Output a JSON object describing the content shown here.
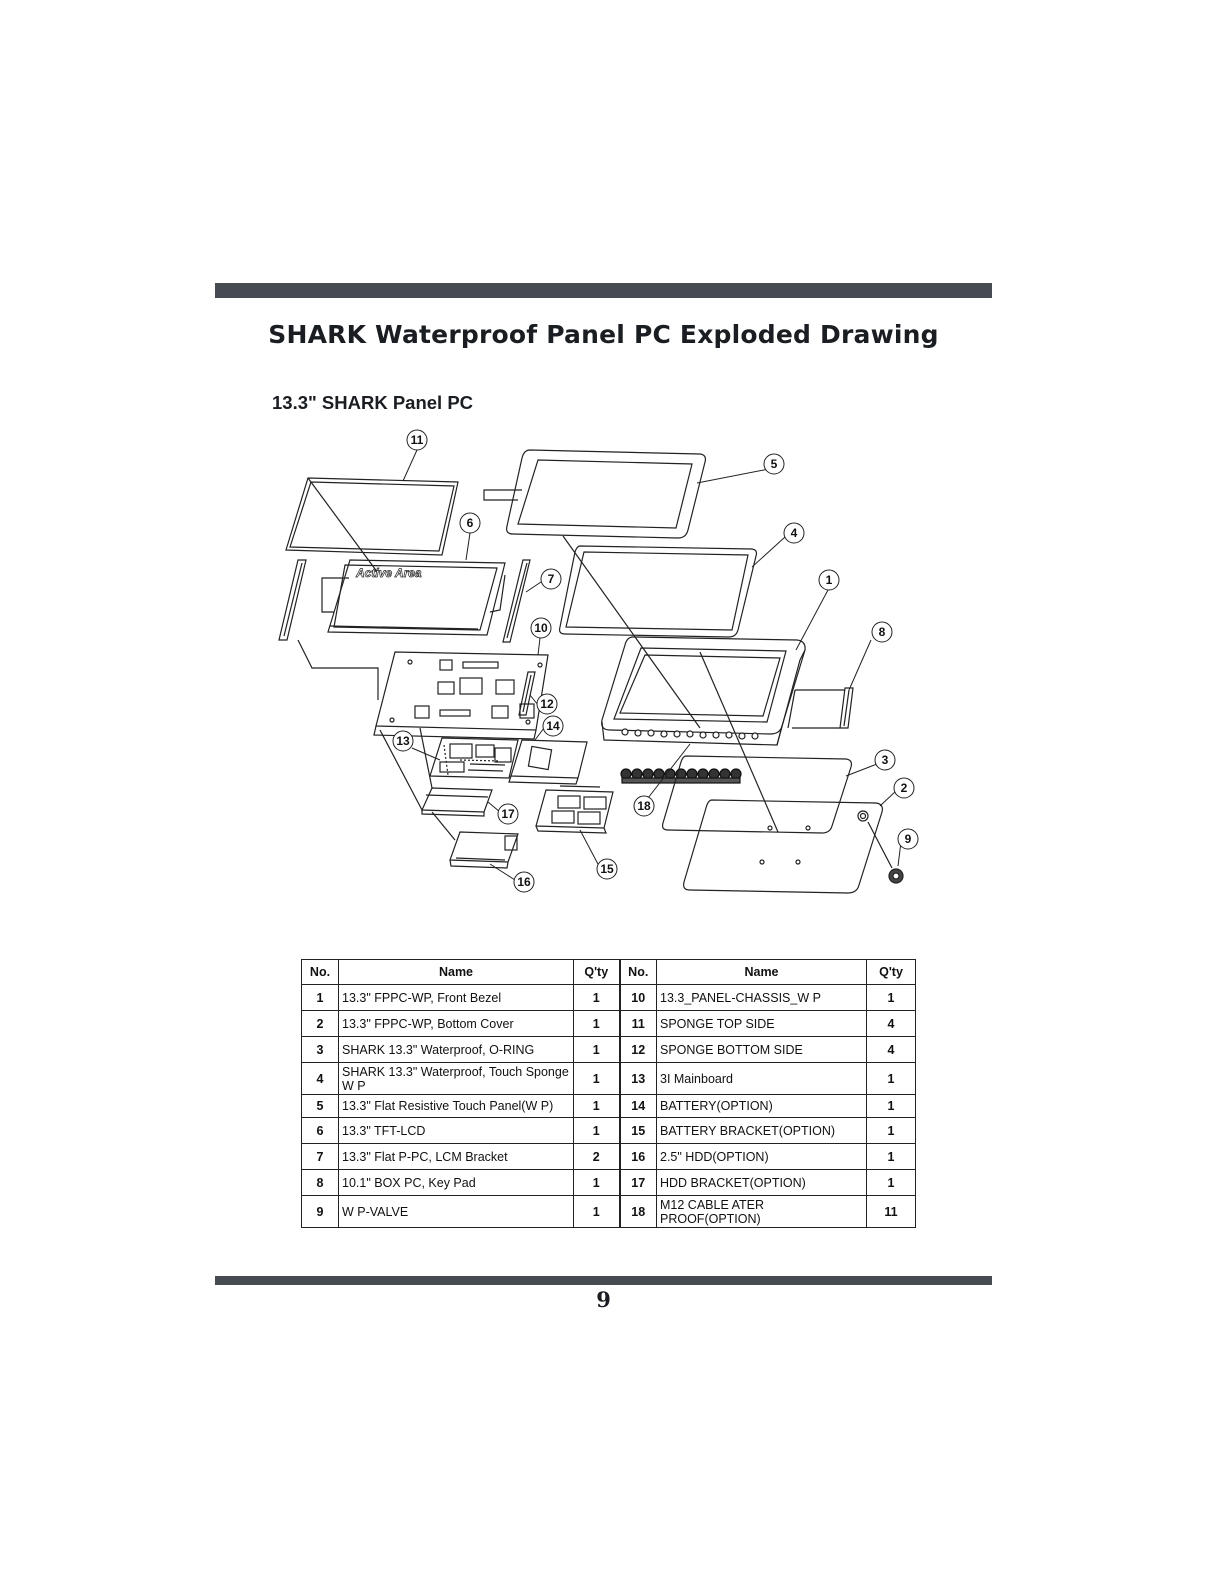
{
  "header": {
    "title": "SHARK Waterproof Panel PC Exploded Drawing",
    "subtitle": "13.3\" SHARK Panel PC"
  },
  "drawing": {
    "active_area_label": "Active  Area",
    "callouts": [
      "1",
      "2",
      "3",
      "4",
      "5",
      "6",
      "7",
      "8",
      "9",
      "10",
      "11",
      "12",
      "13",
      "14",
      "15",
      "16",
      "17",
      "18"
    ]
  },
  "table": {
    "headers": [
      "No.",
      "Name",
      "Q'ty",
      "No.",
      "Name",
      "Q'ty"
    ],
    "rows": [
      {
        "no_a": "1",
        "name_a": "13.3\" FPPC-WP, Front Bezel",
        "qty_a": "1",
        "no_b": "10",
        "name_b": "13.3_PANEL-CHASSIS_W P",
        "qty_b": "1"
      },
      {
        "no_a": "2",
        "name_a": "13.3\" FPPC-WP, Bottom Cover",
        "qty_a": "1",
        "no_b": "11",
        "name_b": "SPONGE TOP SIDE",
        "qty_b": "4"
      },
      {
        "no_a": "3",
        "name_a": "SHARK 13.3\" Waterproof, O-RING",
        "qty_a": "1",
        "no_b": "12",
        "name_b": "SPONGE BOTTOM SIDE",
        "qty_b": "4"
      },
      {
        "no_a": "4",
        "name_a": "SHARK 13.3\" Waterproof, Touch Sponge W P",
        "qty_a": "1",
        "no_b": "13",
        "name_b": "3I Mainboard",
        "qty_b": "1"
      },
      {
        "no_a": "5",
        "name_a": "13.3\" Flat Resistive Touch Panel(W P)",
        "qty_a": "1",
        "no_b": "14",
        "name_b": "BATTERY(OPTION)",
        "qty_b": "1"
      },
      {
        "no_a": "6",
        "name_a": "13.3\" TFT-LCD",
        "qty_a": "1",
        "no_b": "15",
        "name_b": "BATTERY BRACKET(OPTION)",
        "qty_b": "1"
      },
      {
        "no_a": "7",
        "name_a": "13.3\" Flat P-PC, LCM Bracket",
        "qty_a": "2",
        "no_b": "16",
        "name_b": "2.5\" HDD(OPTION)",
        "qty_b": "1"
      },
      {
        "no_a": "8",
        "name_a": "10.1\" BOX PC, Key Pad",
        "qty_a": "1",
        "no_b": "17",
        "name_b": "HDD BRACKET(OPTION)",
        "qty_b": "1"
      },
      {
        "no_a": "9",
        "name_a": "W P-VALVE",
        "qty_a": "1",
        "no_b": "18",
        "name_b": "M12 CABLE ATER PROOF(OPTION)",
        "qty_b": "11"
      }
    ]
  },
  "footer": {
    "page_number": "9"
  }
}
